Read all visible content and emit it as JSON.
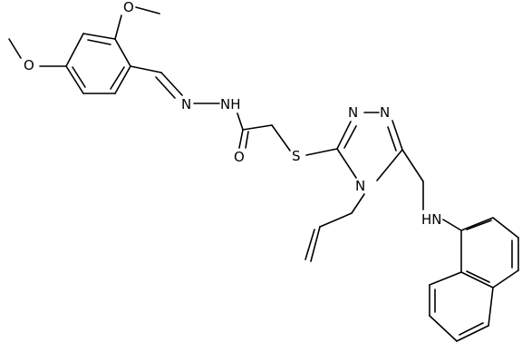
{
  "colors": {
    "bond": "#000000",
    "background": "#ffffff"
  },
  "atoms": {
    "ome_top_o": "O",
    "ome_left_o": "O",
    "hydrazone_n1": "N",
    "hydrazone_nh": "NH",
    "carbonyl_o": "O",
    "thioether_s": "S",
    "triazole_n1": "N",
    "triazole_n2": "N",
    "triazole_n4": "N",
    "amine_hn": "HN"
  }
}
